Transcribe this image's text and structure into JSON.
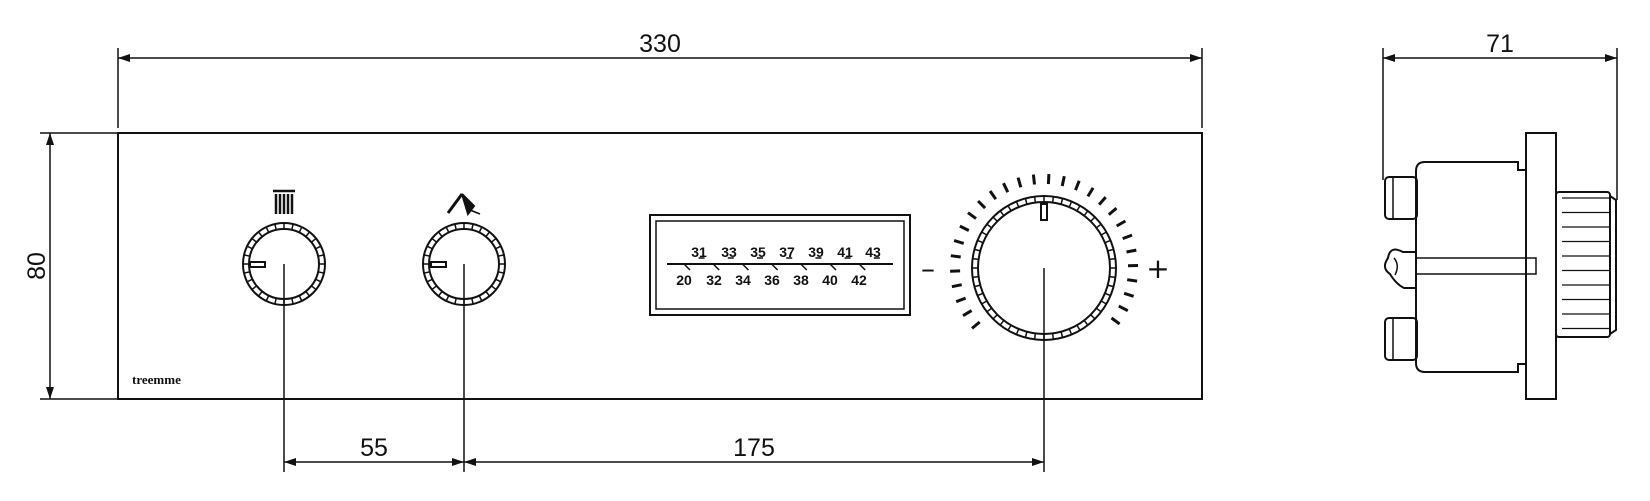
{
  "dimensions": {
    "overall_width": "330",
    "overall_height": "80",
    "depth": "71",
    "spacing_knobs": "55",
    "spacing_to_thermostat": "175"
  },
  "brand": "treemme",
  "temperature_scale": {
    "upper": [
      "31",
      "33",
      "35",
      "37",
      "39",
      "41",
      "43"
    ],
    "lower": [
      "20",
      "32",
      "34",
      "36",
      "38",
      "40",
      "42"
    ]
  },
  "thermostat": {
    "minus_label": "–",
    "plus_label": "+"
  },
  "icons": {
    "left_knob": "bathtub-spout-icon",
    "middle_knob": "shower-head-icon"
  },
  "colors": {
    "line": "#111111",
    "background": "#ffffff"
  }
}
